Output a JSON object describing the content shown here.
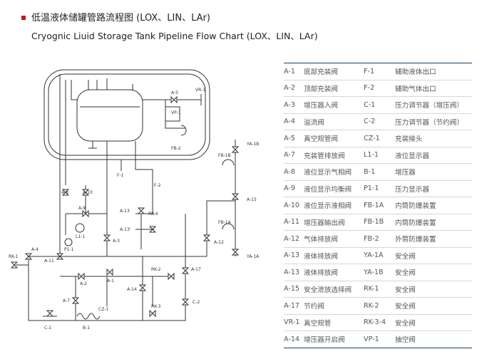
{
  "header": {
    "title_cn": "低温液体储罐管路流程图 (LOX、LIN、LAr)",
    "title_en": "Cryognic Liuid Storage Tank Pipeline Flow Chart (LOX、LIN、LAr)"
  },
  "colors": {
    "bullet": "#c8102e",
    "table_rule": "#1f3a6e",
    "line": "#333333"
  },
  "diagram_labels": {
    "a5": "A-5",
    "vr1": "VR-1",
    "vp1": "VP-1",
    "fb2": "FB-2",
    "f1": "F-1",
    "f2": "F-2",
    "a8": "A-8",
    "a10": "A-10",
    "a9": "A-9",
    "l1": "L1-1",
    "p1": "P1-1",
    "a13": "A-13",
    "a13b": "A-13'",
    "rk4": "RK-4",
    "a3": "A-3",
    "a12": "A-12",
    "fb1b": "FB-1B",
    "ya1b": "YA-1B",
    "a15": "A-15",
    "fb1a": "FB-1A",
    "ya1a": "YA-1A",
    "rk1": "RK-1",
    "a4": "A-4",
    "a11": "A-11",
    "a2": "A-2",
    "a1": "A-1",
    "rk2": "RK-2",
    "a17": "A-17",
    "a14": "A-14",
    "a7": "A-7",
    "cz1": "CZ-1",
    "rk3": "RK-3",
    "c2": "C-2",
    "c1": "C-1",
    "b1": "B-1"
  },
  "legend": [
    {
      "code": "A-1",
      "name": "底部充装阀",
      "code2": "F-1",
      "name2": "辅助液体出口"
    },
    {
      "code": "A-2",
      "name": "顶部充装阀",
      "code2": "F-2",
      "name2": "辅助气体出口"
    },
    {
      "code": "A-3",
      "name": "增压器入阀",
      "code2": "C-1",
      "name2": "压力调节器（增压阀）"
    },
    {
      "code": "A-4",
      "name": "溢流阀",
      "code2": "C-2",
      "name2": "压力调节器（节约阀）"
    },
    {
      "code": "A-5",
      "name": "真空规管阀",
      "code2": "CZ-1",
      "name2": "充装接头"
    },
    {
      "code": "A-7",
      "name": "充装管排放阀",
      "code2": "L1-1",
      "name2": "液位显示器"
    },
    {
      "code": "A-8",
      "name": "液位显示气相阀",
      "code2": "B-1",
      "name2": "增压器"
    },
    {
      "code": "A-9",
      "name": "液位显示均衡阀",
      "code2": "P1-1",
      "name2": "压力显示器"
    },
    {
      "code": "A-10",
      "name": "液位显示液相阀",
      "code2": "FB-1A",
      "name2": "内筒防爆装置"
    },
    {
      "code": "A-11",
      "name": "增压器输出阀",
      "code2": "FB-1B",
      "name2": "内筒防爆装置"
    },
    {
      "code": "A-12",
      "name": "气体排放阀",
      "code2": "FB-2",
      "name2": "外筒防爆装置"
    },
    {
      "code": "A-13",
      "name": "液体排放阀",
      "code2": "YA-1A",
      "name2": "安全阀"
    },
    {
      "code": "A-13",
      "name": "液体排放阀",
      "code2": "YA-1B",
      "name2": "安全阀"
    },
    {
      "code": "A-15",
      "name": "安全泄放选择阀",
      "code2": "RK-1",
      "name2": "安全阀"
    },
    {
      "code": "A-17",
      "name": "节约阀",
      "code2": "RK-2",
      "name2": "安全阀"
    },
    {
      "code": "VR-1",
      "name": "真空规管",
      "code2": "RK-3-4",
      "name2": "安全阀"
    },
    {
      "code": "A-14",
      "name": "增压器开启阀",
      "code2": "VP-1",
      "name2": "抽空阀"
    }
  ]
}
